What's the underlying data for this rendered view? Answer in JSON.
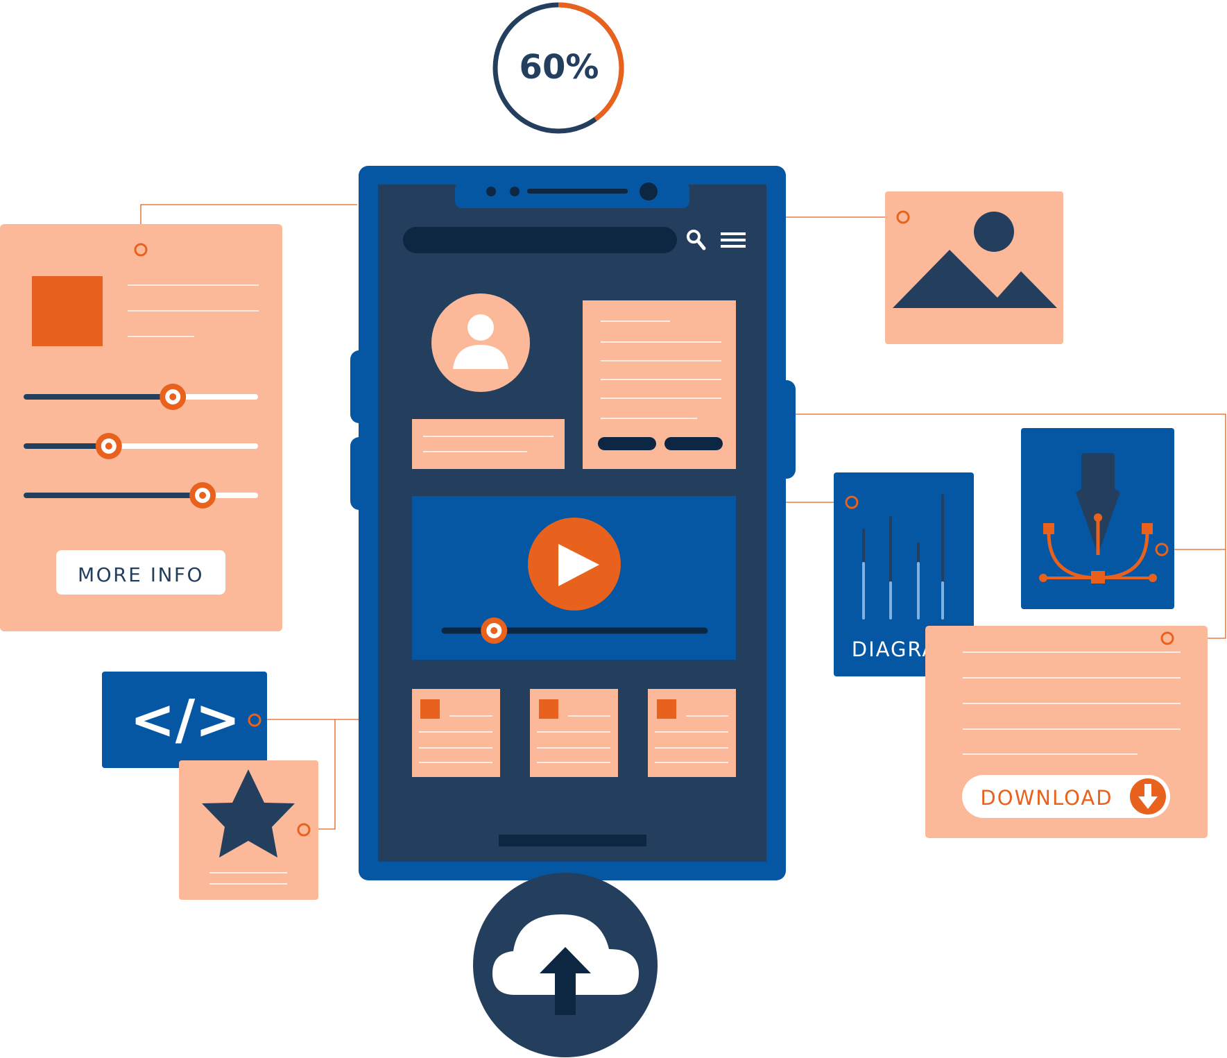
{
  "progress": {
    "label": "60%",
    "fraction": 0.6
  },
  "sliders": [
    0.64,
    0.36,
    0.77
  ],
  "more_info_label": "MORE INFO",
  "code_symbol": "</>",
  "diagram_label": "DIAGRAM",
  "download_label": "DOWNLOAD",
  "video_progress": 0.19,
  "colors": {
    "navy": "#243f5e",
    "dark_navy": "#0d2742",
    "blue": "#0557a3",
    "orange": "#e8611d",
    "peach": "#fbb99a",
    "white": "#ffffff"
  },
  "icons": [
    "search-icon",
    "menu-icon",
    "avatar-icon",
    "image-icon",
    "play-icon",
    "code-icon",
    "star-icon",
    "pen-tool-icon",
    "download-icon",
    "cloud-upload-icon"
  ]
}
